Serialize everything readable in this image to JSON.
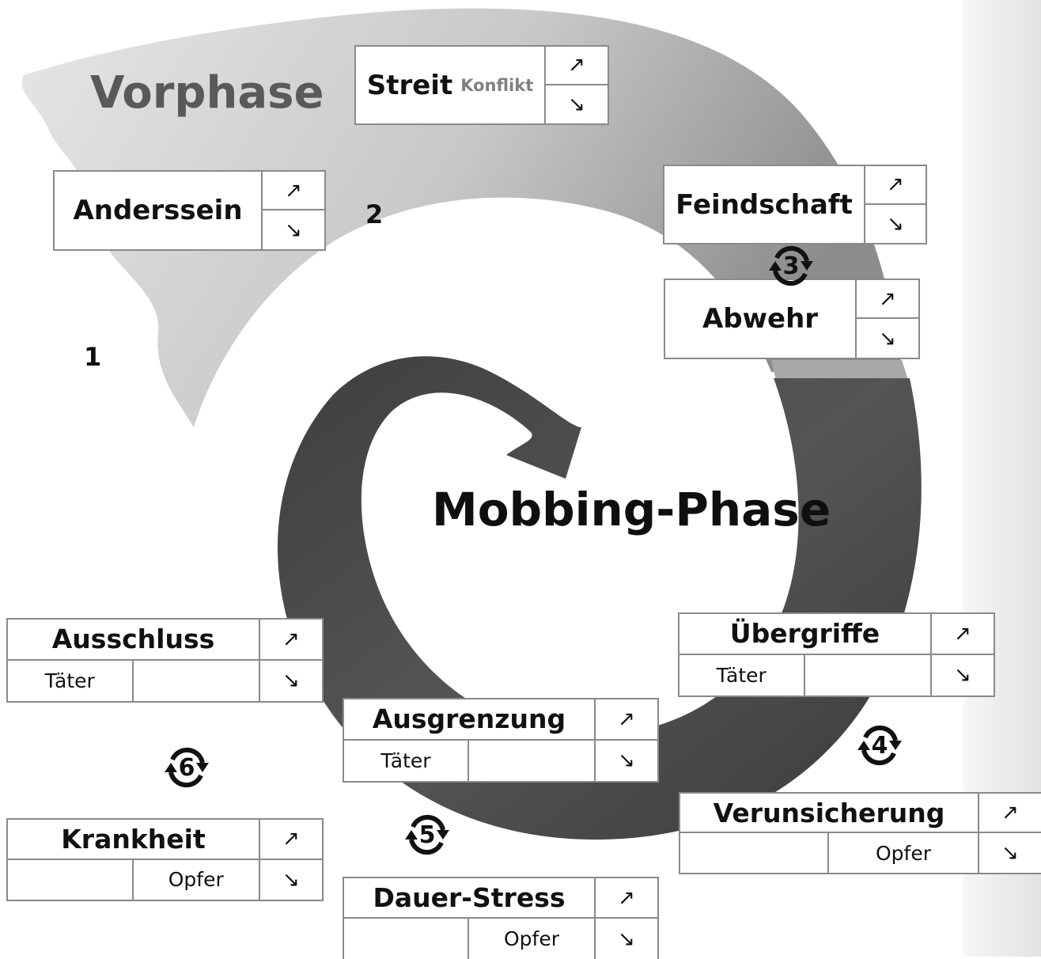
{
  "phases": {
    "vorphase": "Vorphase",
    "mobbing": "Mobbing-Phase"
  },
  "step_numbers": {
    "n1": "1",
    "n2": "2",
    "n3": "3",
    "n4": "4",
    "n5": "5",
    "n6": "6"
  },
  "arrows": {
    "up": "↗",
    "down": "↘"
  },
  "boxes": {
    "streit": {
      "title": "Streit",
      "subtitle": "Konflikt"
    },
    "anderssein": {
      "title": "Anderssein"
    },
    "feindschaft": {
      "title": "Feindschaft"
    },
    "abwehr": {
      "title": "Abwehr"
    },
    "uebergriffe": {
      "title": "Übergriffe",
      "left": "Täter",
      "right": ""
    },
    "ausschluss": {
      "title": "Ausschluss",
      "left": "Täter",
      "right": ""
    },
    "ausgrenzung": {
      "title": "Ausgrenzung",
      "left": "Täter",
      "right": ""
    },
    "verunsicherung": {
      "title": "Verunsicherung",
      "left": "",
      "right": "Opfer"
    },
    "krankheit": {
      "title": "Krankheit",
      "left": "",
      "right": "Opfer"
    },
    "dauerstress": {
      "title": "Dauer-Stress",
      "left": "",
      "right": "Opfer"
    }
  },
  "colors": {
    "light_band": "#d9d9d9",
    "mid_band": "#a6a6a6",
    "dark_band": "#4a4a4a",
    "sidebar": "#ececec",
    "box_border": "#8a8a8a"
  }
}
